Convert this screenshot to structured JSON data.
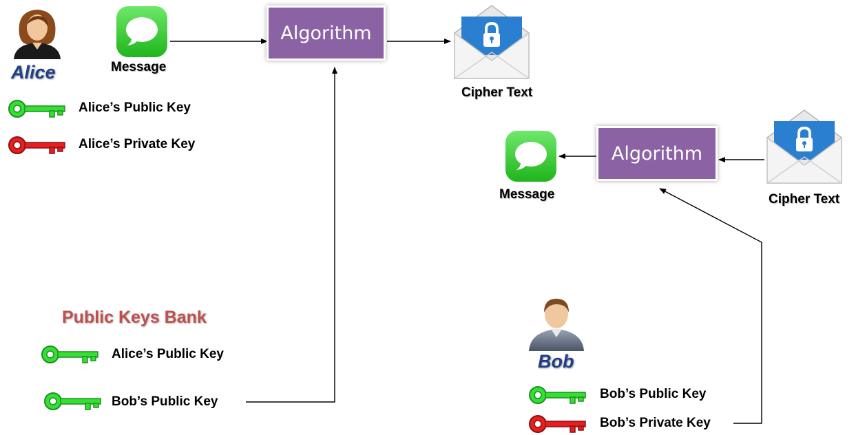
{
  "alice": {
    "name": "Alice",
    "keys": [
      "Alice’s Public Key",
      "Alice’s Private Key"
    ]
  },
  "encrypt": {
    "message_label": "Message",
    "algorithm_label": "Algorithm",
    "cipher_label": "Cipher Text"
  },
  "decrypt": {
    "message_label": "Message",
    "algorithm_label": "Algorithm",
    "cipher_label": "Cipher Text"
  },
  "bank": {
    "title": "Public Keys Bank",
    "keys": [
      "Alice’s Public Key",
      "Bob’s Public Key"
    ]
  },
  "bob": {
    "name": "Bob",
    "keys": [
      "Bob’s Public Key",
      "Bob’s Private Key"
    ]
  },
  "colors": {
    "public_key": "#33e033",
    "private_key": "#e52020",
    "algorithm": "#8b62a3",
    "bank_title": "#c0504d",
    "name": "#1f3f86"
  }
}
